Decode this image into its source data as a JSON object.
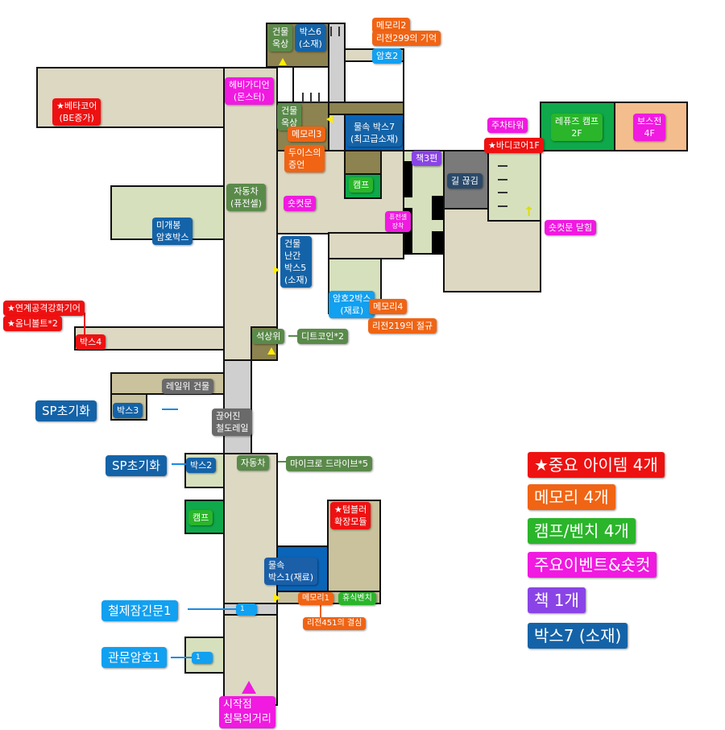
{
  "labels": {
    "roof1": "건물\n옥상",
    "box6": "박스6\n(소재)",
    "memory2": "메모리2",
    "memory2_title": "리전299의 기억",
    "code2": "암호2",
    "heavy_guardian": "헤비가디언\n(몬스터)",
    "beta_core": "★베타코어\n(BE증가)",
    "roof2": "건물\n옥상",
    "memory3": "메모리3",
    "memory3_title": "두이스의\n증언",
    "box7": "물속 박스7\n(최고급소재)",
    "camp_top": "캠프",
    "book3": "책3편",
    "road_cut": "길 끊김",
    "parking_tower": "주차타워",
    "body_core": "★바디코어1F",
    "refuse_camp": "레퓨즈 캠프\n2F",
    "boss": "보스전\n4F",
    "shortcut_closed": "숏컷문 닫힘",
    "fusion_cell": "퓨전셀\n장착",
    "car_fusion": "자동차\n(퓨전셀)",
    "shortcut_door": "숏컷문",
    "unopened_box": "미개봉\n암호박스",
    "box5": "건물\n난간\n박스5\n(소재)",
    "code2_box": "암호2박스\n(재료)",
    "memory4": "메모리4",
    "memory4_title": "리전219의 절규",
    "link_gear": "★연계공격강화기어",
    "omni_bolt": "★옴니볼트*2",
    "box4": "박스4",
    "statue": "석상위",
    "ditcoin": "디트코인*2",
    "rail_building": "레일위 건물",
    "sp_reset1": "SP초기화",
    "box3": "박스3",
    "broken_rail": "끊어진\n철도레일",
    "sp_reset2": "SP초기화",
    "box2": "박스2",
    "car": "자동차",
    "micro_drive": "마이크로 드라이브*5",
    "camp_bottom": "캠프",
    "tumbler": "★텀블러\n확장모듈",
    "box1": "물속\n박스1(재료)",
    "memory1": "메모리1",
    "rest_bench": "휴식벤치",
    "memory1_title": "리전451의 결심",
    "iron_door": "철제잠긴문1",
    "door_num": "1",
    "gate_code": "관문암호1",
    "gate_num": "1",
    "start": "시작점\n침묵의거리"
  },
  "legend": [
    "★중요 아이템 4개",
    "메모리 4개",
    "캠프/벤치 4개",
    "주요이벤트&숏컷",
    "책 1개",
    "박스7 (소재)"
  ],
  "colors": {
    "important": "#ee1111",
    "memory": "#f06414",
    "camp": "#2ab52a",
    "event": "#f01ae0",
    "book": "#8a44e6",
    "box": "#1463a8"
  }
}
